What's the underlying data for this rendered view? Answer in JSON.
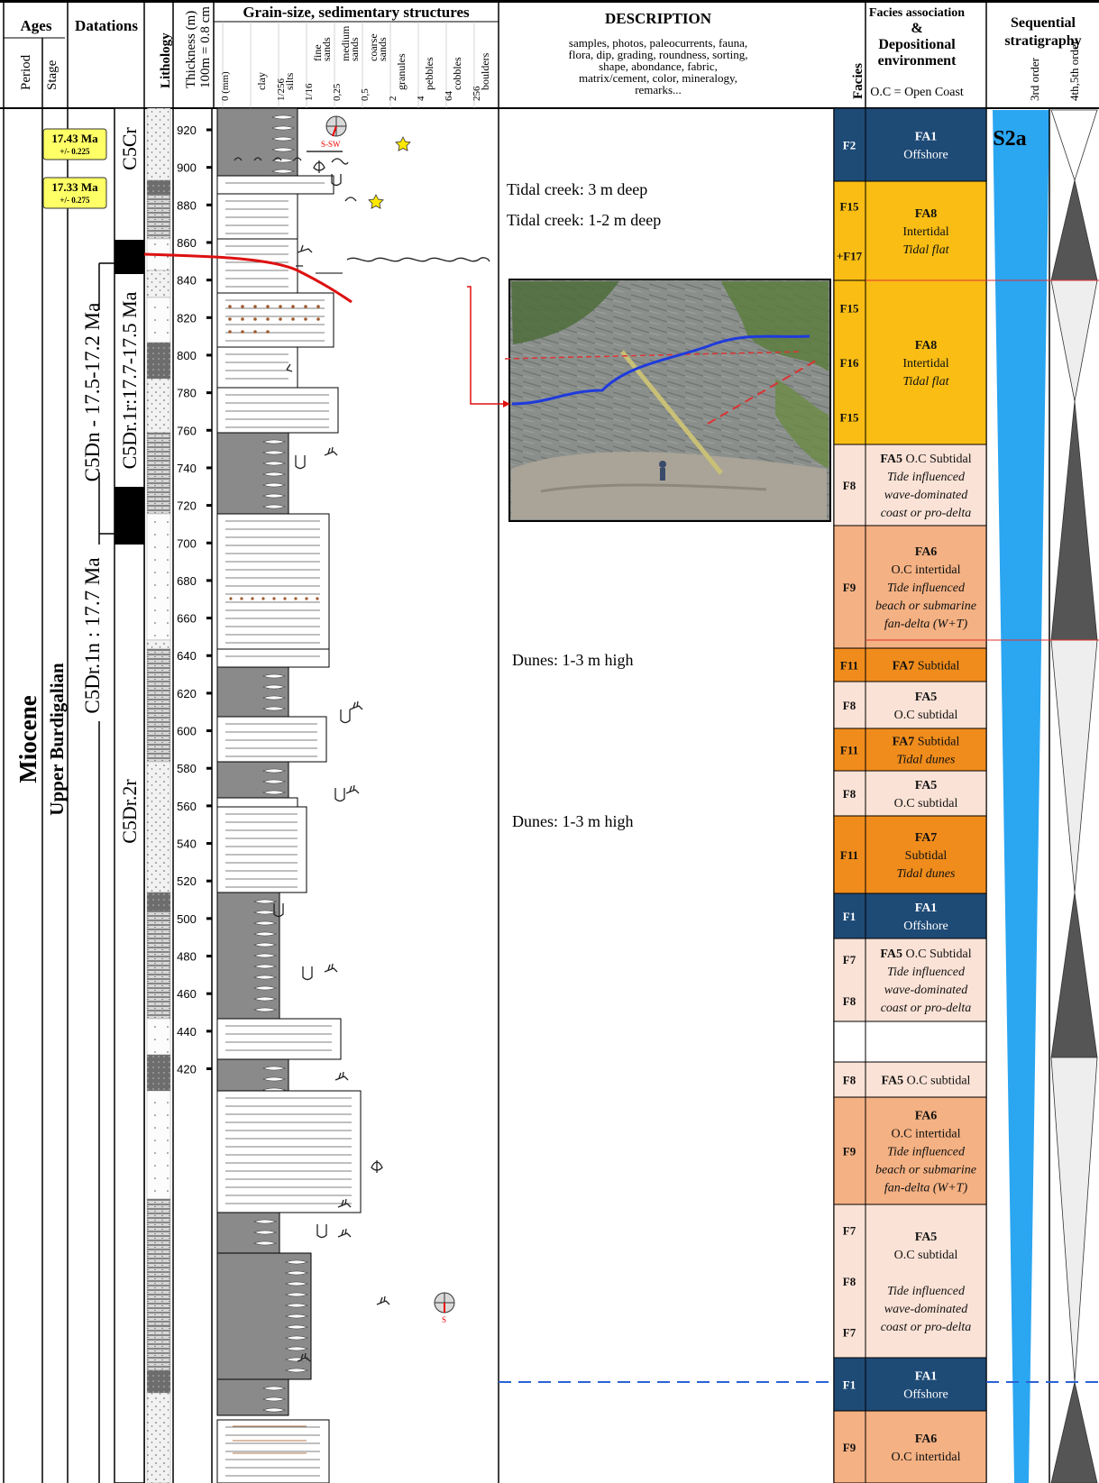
{
  "header": {
    "ages": "Ages",
    "period": "Period",
    "stage": "Stage",
    "datations": "Datations",
    "lithology": "Lithology",
    "thickness": "Thickness (m)",
    "thickness_scale": "100m = 0.8 cm",
    "grain_title": "Grain-size, sedimentary structures",
    "grain_scale": [
      {
        "unit": "0 (mm)",
        "name": ""
      },
      {
        "unit": "",
        "name": "clay"
      },
      {
        "unit": "1/256",
        "name": "silts"
      },
      {
        "unit": "1/16",
        "name": "fine sands"
      },
      {
        "unit": "0,25",
        "name": "medium sands"
      },
      {
        "unit": "0,5",
        "name": "coarse sands"
      },
      {
        "unit": "2",
        "name": "granules"
      },
      {
        "unit": "4",
        "name": "pebbles"
      },
      {
        "unit": "64",
        "name": "cobbles"
      },
      {
        "unit": "256",
        "name": "boulders"
      }
    ],
    "description_title": "DESCRIPTION",
    "description_sub": [
      "samples, photos, paleocurrents, fauna,",
      "flora, dip, grading, roundness, sorting,",
      "shape, abondance, fabric,",
      "matrix/cement, color, mineralogy,",
      "remarks..."
    ],
    "facies": "Facies",
    "fa_title": [
      "Facies association",
      "&",
      "Depositional",
      "environment"
    ],
    "fa_note": "O.C = Open Coast",
    "seq_title": [
      "Sequential",
      "stratigraphy"
    ],
    "seq_third": "3rd order",
    "seq_fourth": "4th,5th order"
  },
  "ages": {
    "period": "Miocene",
    "stage": "Upper Burdigalian"
  },
  "datations": [
    {
      "age": "17.43 Ma",
      "err": "+/- 0.225"
    },
    {
      "age": "17.33 Ma",
      "err": "+/- 0.275"
    }
  ],
  "chrons": {
    "c5dn": "C5Dn - 17.5-17.2 Ma",
    "c5dr1n": "C5Dr.1n : 17.7 Ma",
    "c5cr": "C5Cr",
    "c5dr1r": "C5Dr.1r:17.7-17.5 Ma",
    "c5dr2r": "C5Dr.2r"
  },
  "thickness_ticks": [
    920,
    900,
    880,
    860,
    840,
    820,
    800,
    780,
    760,
    740,
    720,
    700,
    680,
    660,
    640,
    620,
    600,
    580,
    560,
    540,
    520,
    500,
    480,
    460,
    440,
    420
  ],
  "paleocurrents": [
    "S-SW",
    "S"
  ],
  "descriptions": [
    {
      "text": "Tidal creek: 3 m deep"
    },
    {
      "text": "Tidal creek: 1-2 m deep"
    },
    {
      "text": "Dunes: 1-3 m high"
    },
    {
      "text": "Dunes: 1-3 m high"
    }
  ],
  "facies_rows": [
    {
      "codes": [
        "F2"
      ],
      "color": "#1e4a76",
      "lines": [
        {
          "t": "FA1",
          "b": true
        },
        {
          "t": "Offshore"
        }
      ]
    },
    {
      "codes": [
        "F15",
        "+F17"
      ],
      "color": "#f9bd14",
      "lines": [
        {
          "t": "FA8",
          "b": true
        },
        {
          "t": "Intertidal"
        },
        {
          "t": "Tidal flat",
          "i": true
        }
      ]
    },
    {
      "codes": [
        "F15",
        "F16",
        "F15"
      ],
      "color": "#f9bd14",
      "lines": [
        {
          "t": "FA8",
          "b": true
        },
        {
          "t": "Intertidal"
        },
        {
          "t": "Tidal flat",
          "i": true
        }
      ]
    },
    {
      "codes": [
        "F8"
      ],
      "color": "#fbe2d6",
      "lines": [
        {
          "t": "FA5",
          "b": true,
          "rest": " O.C Subtidal"
        },
        {
          "t": "Tide influenced",
          "i": true
        },
        {
          "t": "wave-dominated",
          "i": true
        },
        {
          "t": "coast or pro-delta",
          "i": true
        }
      ]
    },
    {
      "codes": [
        "F9"
      ],
      "color": "#f4b183",
      "lines": [
        {
          "t": "FA6",
          "b": true
        },
        {
          "t": "O.C intertidal"
        },
        {
          "t": "Tide influenced",
          "i": true
        },
        {
          "t": "beach or submarine",
          "i": true
        },
        {
          "t": "fan-delta (W+T)",
          "i": true
        }
      ]
    },
    {
      "codes": [
        "F11"
      ],
      "color": "#f08c1c",
      "lines": [
        {
          "t": "FA7",
          "b": true,
          "rest": "  Subtidal"
        }
      ]
    },
    {
      "codes": [
        "F8"
      ],
      "color": "#fbe2d6",
      "lines": [
        {
          "t": "FA5",
          "b": true
        },
        {
          "t": "O.C subtidal"
        }
      ]
    },
    {
      "codes": [
        "F11"
      ],
      "color": "#f08c1c",
      "lines": [
        {
          "t": "FA7",
          "b": true,
          "rest": "  Subtidal"
        },
        {
          "t": "Tidal dunes",
          "i": true
        }
      ]
    },
    {
      "codes": [
        "F8"
      ],
      "color": "#fbe2d6",
      "lines": [
        {
          "t": "FA5",
          "b": true
        },
        {
          "t": "O.C subtidal"
        }
      ]
    },
    {
      "codes": [
        "F11"
      ],
      "color": "#f08c1c",
      "lines": [
        {
          "t": "FA7",
          "b": true
        },
        {
          "t": "Subtidal"
        },
        {
          "t": "Tidal dunes",
          "i": true
        }
      ]
    },
    {
      "codes": [
        "F1"
      ],
      "color": "#1e4a76",
      "lines": [
        {
          "t": "FA1",
          "b": true
        },
        {
          "t": "Offshore"
        }
      ]
    },
    {
      "codes": [
        "F7",
        "F8"
      ],
      "color": "#fbe2d6",
      "lines": [
        {
          "t": "FA5",
          "b": true,
          "rest": " O.C Subtidal"
        },
        {
          "t": "Tide influenced",
          "i": true
        },
        {
          "t": "wave-dominated",
          "i": true
        },
        {
          "t": "coast or pro-delta",
          "i": true
        }
      ]
    },
    {
      "codes": [],
      "color": "#ffffff",
      "lines": []
    },
    {
      "codes": [
        "F8"
      ],
      "color": "#fbe2d6",
      "lines": [
        {
          "t": "FA5",
          "b": true,
          "rest": "  O.C subtidal"
        }
      ]
    },
    {
      "codes": [
        "F9"
      ],
      "color": "#f4b183",
      "lines": [
        {
          "t": "FA6",
          "b": true
        },
        {
          "t": "O.C intertidal"
        },
        {
          "t": "Tide influenced",
          "i": true
        },
        {
          "t": "beach or submarine",
          "i": true
        },
        {
          "t": "fan-delta (W+T)",
          "i": true
        }
      ]
    },
    {
      "codes": [
        "F7",
        "F8",
        "F7"
      ],
      "color": "#fbe2d6",
      "lines": [
        {
          "t": "FA5",
          "b": true
        },
        {
          "t": "O.C subtidal"
        },
        {
          "t": ""
        },
        {
          "t": "Tide influenced",
          "i": true
        },
        {
          "t": "wave-dominated",
          "i": true
        },
        {
          "t": "coast or pro-delta",
          "i": true
        }
      ]
    },
    {
      "codes": [
        "F1"
      ],
      "color": "#1e4a76",
      "lines": [
        {
          "t": "FA1",
          "b": true
        },
        {
          "t": "Offshore"
        }
      ]
    },
    {
      "codes": [
        "F9"
      ],
      "color": "#f4b183",
      "lines": [
        {
          "t": "FA6",
          "b": true
        },
        {
          "t": "O.C intertidal"
        }
      ]
    }
  ],
  "sequence_label": "S2a",
  "colors": {
    "offshore": "#1e4a76",
    "intertidal_flat": "#f9bd14",
    "subtidal": "#fbe2d6",
    "beach": "#f4b183",
    "dunes": "#f08c1c",
    "sequence": "#2ba6f0"
  }
}
